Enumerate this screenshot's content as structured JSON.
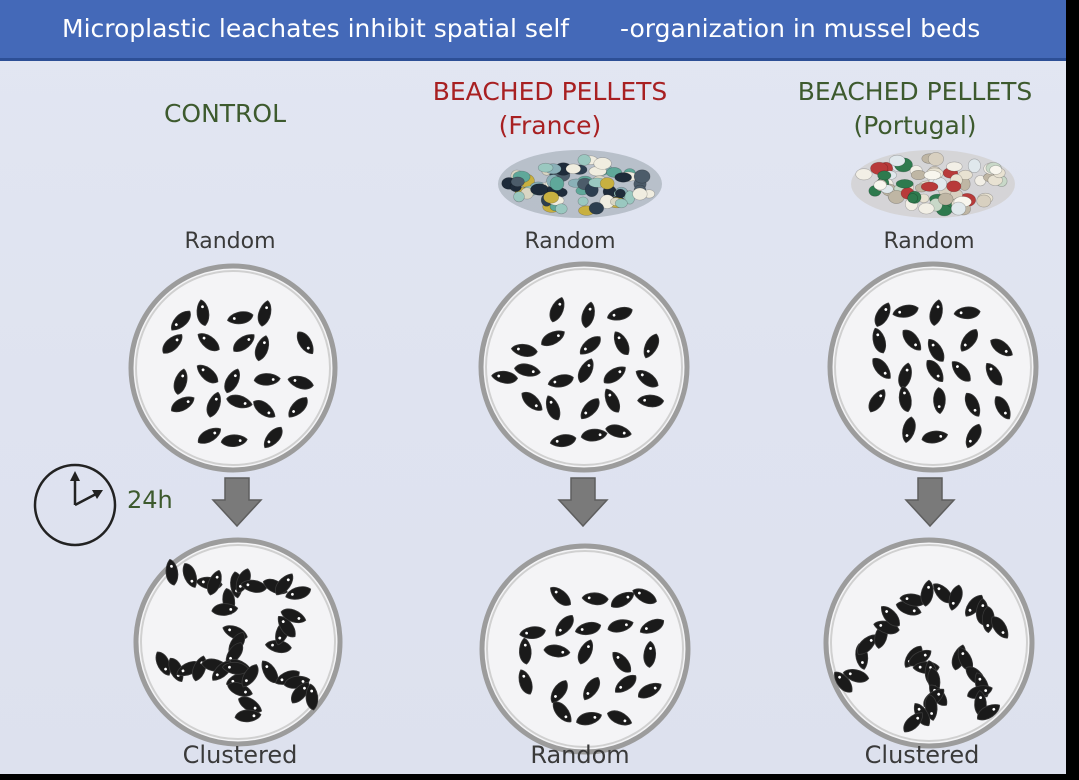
{
  "title": {
    "part1": "Microplastic leachates inhibit spatial self",
    "part2": "-organization in mussel beds"
  },
  "columns": [
    {
      "heading_line1": "CONTROL",
      "heading_line2": "",
      "top_label": "Random",
      "bottom_label": "Clustered",
      "pattern": "clustered",
      "heading_color": "#3d5a2e"
    },
    {
      "heading_line1": "BEACHED PELLETS",
      "heading_line2": "(France)",
      "top_label": "Random",
      "bottom_label": "Random",
      "pattern": "random",
      "heading_color": "#a82022"
    },
    {
      "heading_line1": "BEACHED PELLETS",
      "heading_line2": "(Portugal)",
      "top_label": "Random",
      "bottom_label": "Clustered",
      "pattern": "clustered",
      "heading_color": "#3d5a2e"
    }
  ],
  "time_indicator": {
    "label": "24h",
    "icon": "clock-icon"
  },
  "colors": {
    "title_bar": "#4469b8",
    "background": "#e0e4f0",
    "arrow": "#7a7a7a",
    "mussel": "#1a1a1a"
  }
}
